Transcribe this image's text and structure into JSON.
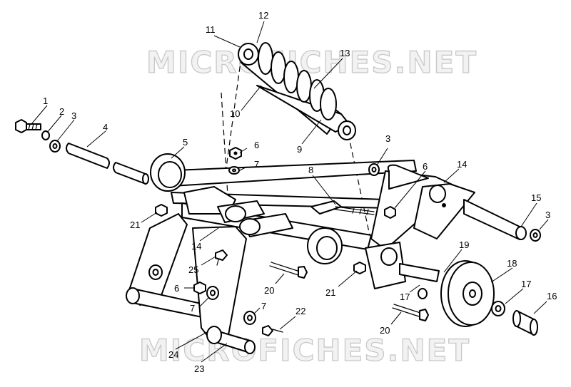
{
  "watermark": {
    "text_top": "MICROFICHES.NET",
    "text_bottom": "MICROFICHES.NET"
  },
  "callouts": {
    "c1": "1",
    "c2": "2",
    "c3a": "3",
    "c4": "4",
    "c5": "5",
    "c6a": "6",
    "c7a": "7",
    "c8": "8",
    "c9": "9",
    "c10": "10",
    "c11": "11",
    "c12": "12",
    "c13": "13",
    "c14a": "14",
    "c21a": "21",
    "c3b": "3",
    "c6b": "6",
    "c14b": "14",
    "c15": "15",
    "c3c": "3",
    "c19": "19",
    "c18": "18",
    "c17a": "17",
    "c17b": "17",
    "c16": "16",
    "c20a": "20",
    "c20b": "20",
    "c21b": "21",
    "c25": "25",
    "c6c": "6",
    "c7b": "7",
    "c7c": "7",
    "c22": "22",
    "c24": "24",
    "c23": "23"
  }
}
